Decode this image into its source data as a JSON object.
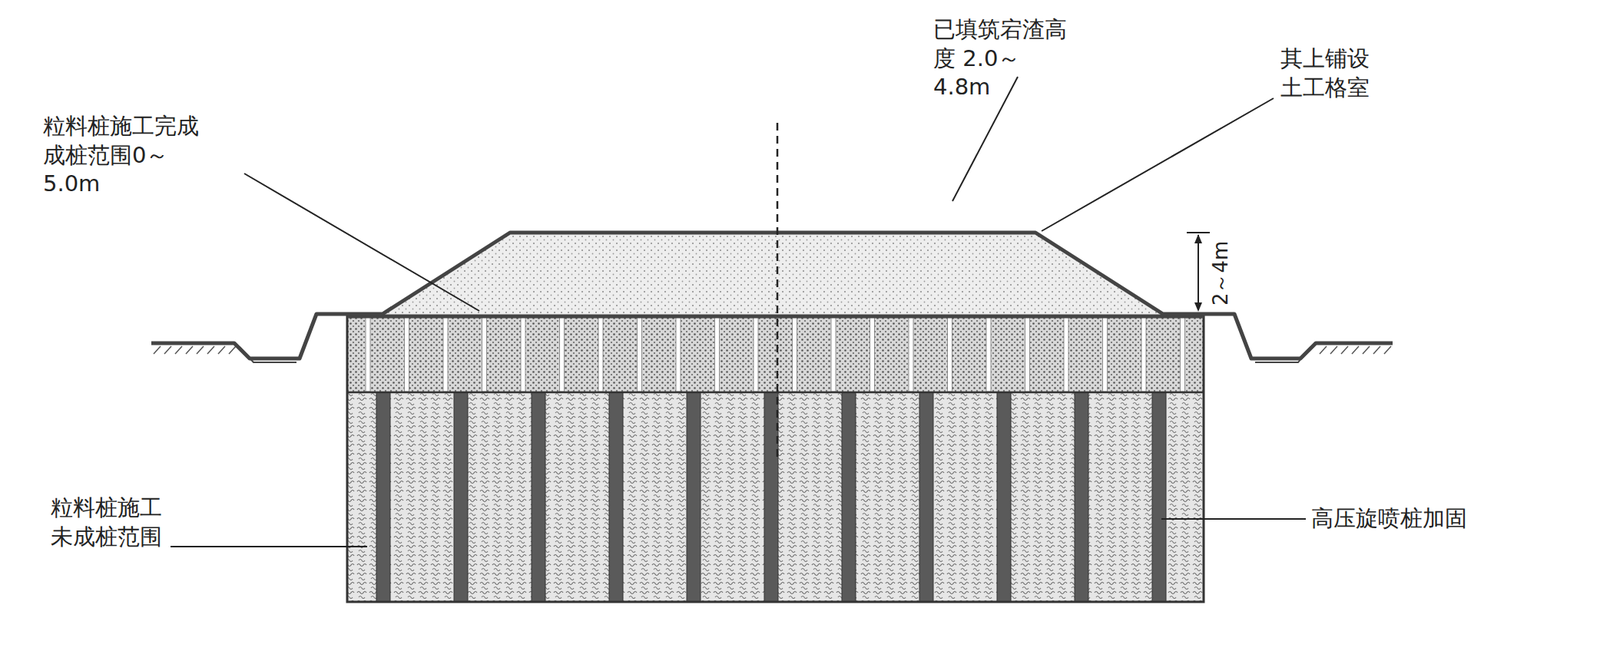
{
  "diagram": {
    "labels": [
      "已填筑宕渣高 度 2.0～4.8m",
      "粒料桩施工完成 成桩范围0～5.0m",
      "其上铺设 土工格室",
      "2～4m",
      "粒料桩施工 未成桩范围",
      "高压旋喷桩加固"
    ]
  }
}
